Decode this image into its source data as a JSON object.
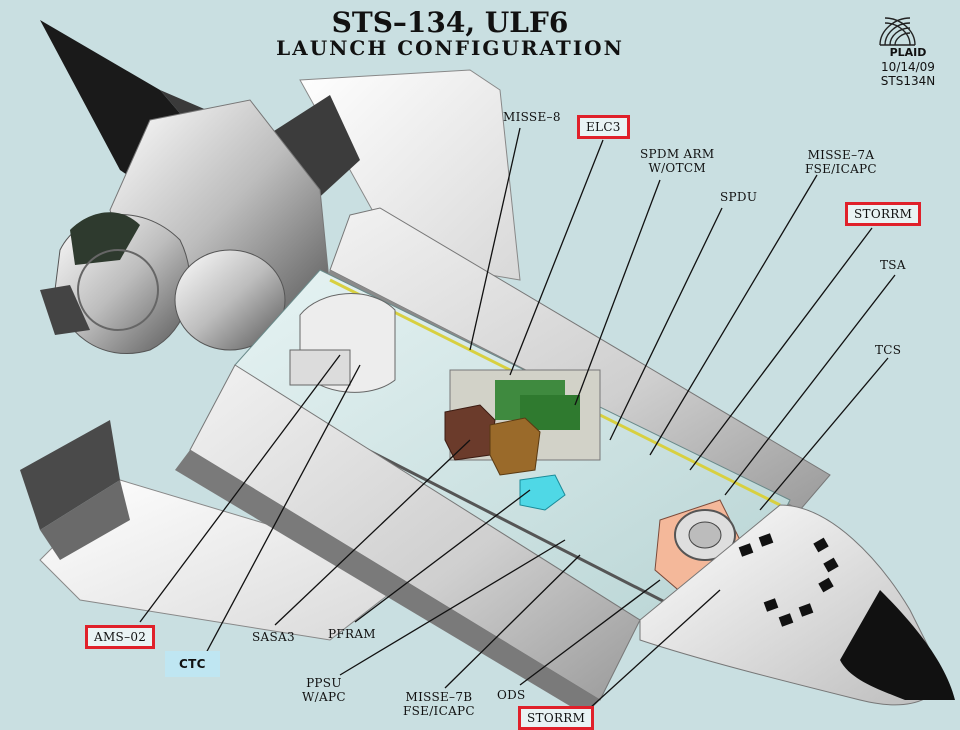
{
  "header": {
    "title": "STS–134, ULF6",
    "subtitle": "LAUNCH CONFIGURATION"
  },
  "logo": {
    "name": "PLAID",
    "date": "10/14/09",
    "code": "STS134N"
  },
  "labels": {
    "misse8": "MISSE–8",
    "elc3": "ELC3",
    "spdm_line1": "SPDM ARM",
    "spdm_line2": "W/OTCM",
    "misse7a_line1": "MISSE–7A",
    "misse7a_line2": "FSE/ICAPC",
    "spdu": "SPDU",
    "storrm_top": "STORRM",
    "tsa": "TSA",
    "tcs": "TCS",
    "ams02": "AMS–02",
    "ctc": "CTC",
    "sasa3": "SASA3",
    "pfram": "PFRAM",
    "ppsu_line1": "PPSU",
    "ppsu_line2": "W/APC",
    "misse7b_line1": "MISSE–7B",
    "misse7b_line2": "FSE/ICAPC",
    "ods": "ODS",
    "storrm_bottom": "STORRM"
  },
  "colors": {
    "background": "#c9dfe1",
    "highlight_box": "#e0202a",
    "ctc_fill": "#bfe6f2"
  }
}
